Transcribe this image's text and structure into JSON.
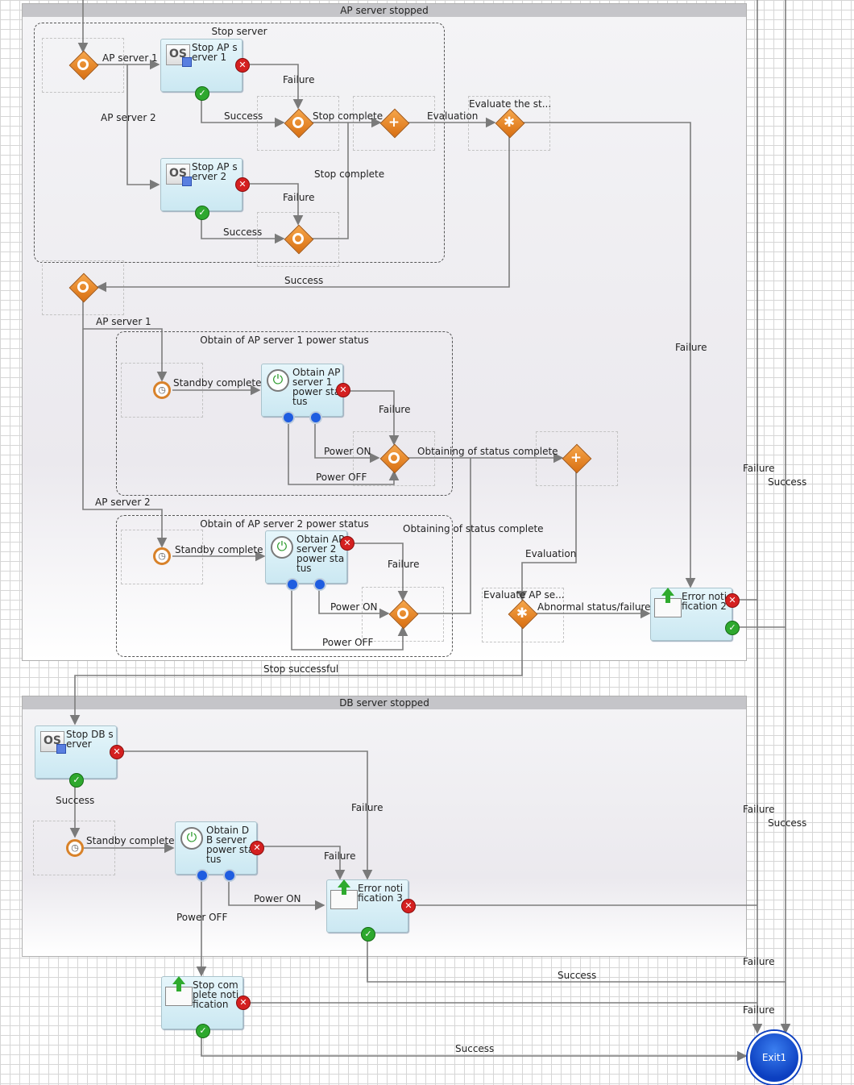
{
  "areas": {
    "ap": {
      "title": "AP server stopped"
    },
    "db": {
      "title": "DB server stopped"
    }
  },
  "groups": {
    "stop_server": "Stop server",
    "obtain_ap1": "Obtain of AP server 1 power status",
    "obtain_ap2": "Obtain of AP server 2 power status"
  },
  "nodes": {
    "stop_ap1": "Stop AP server 1",
    "stop_ap2": "Stop AP server 2",
    "obtain_ap1": "Obtain AP server 1 power status",
    "obtain_ap2": "Obtain AP server 2 power status",
    "error_notification_2": "Error notification 2",
    "stop_db": "Stop DB server",
    "obtain_db": "Obtain DB server power status",
    "error_notification_3": "Error notification 3",
    "stop_complete_notification": "Stop complete notification",
    "exit": "Exit1"
  },
  "labels": {
    "ap_server_1": "AP server 1",
    "ap_server_2": "AP server 2",
    "failure": "Failure",
    "success": "Success",
    "stop_complete": "Stop complete",
    "evaluation": "Evaluation",
    "evaluate_the_st": "Evaluate the st...",
    "standby_complete": "Standby complete",
    "power_on": "Power ON",
    "power_off": "Power OFF",
    "obtaining_complete": "Obtaining of status complete",
    "evaluate_ap_se": "Evaluate AP se...",
    "abnormal": "Abnormal status/failure",
    "stop_successful": "Stop successful"
  }
}
